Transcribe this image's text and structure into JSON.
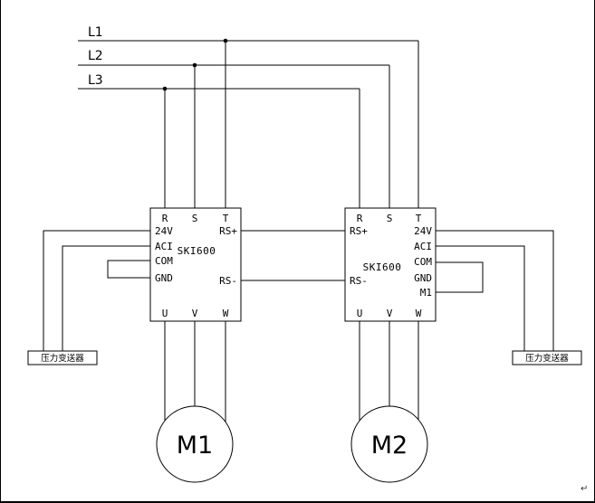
{
  "page": {
    "corner_mark": "↵"
  },
  "power": {
    "l1": "L1",
    "l2": "L2",
    "l3": "L3"
  },
  "drive_left": {
    "model": "SKI600",
    "top": [
      "R",
      "S",
      "T"
    ],
    "left": [
      "24V",
      "ACI",
      "COM",
      "GND"
    ],
    "right": [
      "RS+",
      "RS-"
    ],
    "bottom": [
      "U",
      "V",
      "W"
    ]
  },
  "drive_right": {
    "model": "SKI600",
    "top": [
      "R",
      "S",
      "T"
    ],
    "left": [
      "RS+",
      "RS-"
    ],
    "right": [
      "24V",
      "ACI",
      "COM",
      "GND",
      "M1"
    ],
    "bottom": [
      "U",
      "V",
      "W"
    ]
  },
  "motors": {
    "left": "M1",
    "right": "M2"
  },
  "transmitters": {
    "left": "压力变送器",
    "right": "压力变送器"
  }
}
